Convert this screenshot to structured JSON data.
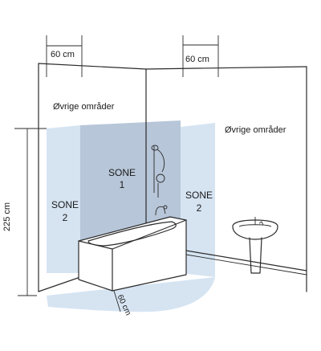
{
  "dimensions": {
    "left_width": "60 cm",
    "right_width": "60 cm",
    "height": "225 cm",
    "floor_radius": "60 cm"
  },
  "areas": {
    "other_left": "Øvrige områder",
    "other_right": "Øvrige områder"
  },
  "zones": {
    "zone1_word": "SONE",
    "zone1_num": "1",
    "zone2_left_word": "SONE",
    "zone2_left_num": "2",
    "zone2_right_word": "SONE",
    "zone2_right_num": "2"
  },
  "colors": {
    "zone1": "#b7c6d8",
    "zone2": "#d6e4f2",
    "line": "#2b2b2b"
  }
}
